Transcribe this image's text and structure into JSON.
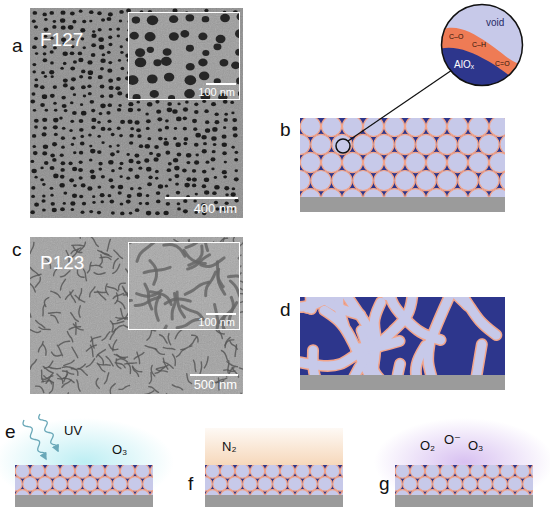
{
  "diagram": {
    "nodes": [
      {
        "text": [
          "F127",
          "400 nm"
        ]
      },
      {
        "text": [
          "100 nm"
        ],
        "in": 0
      },
      {
        "text": [
          "P123",
          "500 nm"
        ]
      },
      {
        "text": [
          "100 nm"
        ],
        "in": 2
      },
      {
        "text": [
          "void",
          "C–O",
          "C–H",
          "C=O",
          "AlOₓ"
        ]
      }
    ],
    "labels": [
      "a",
      "b",
      "c",
      "d",
      "e",
      "UV",
      "O₃",
      "f",
      "N₂",
      "g",
      "O₂",
      "O⁻",
      "O₃"
    ]
  }
}
